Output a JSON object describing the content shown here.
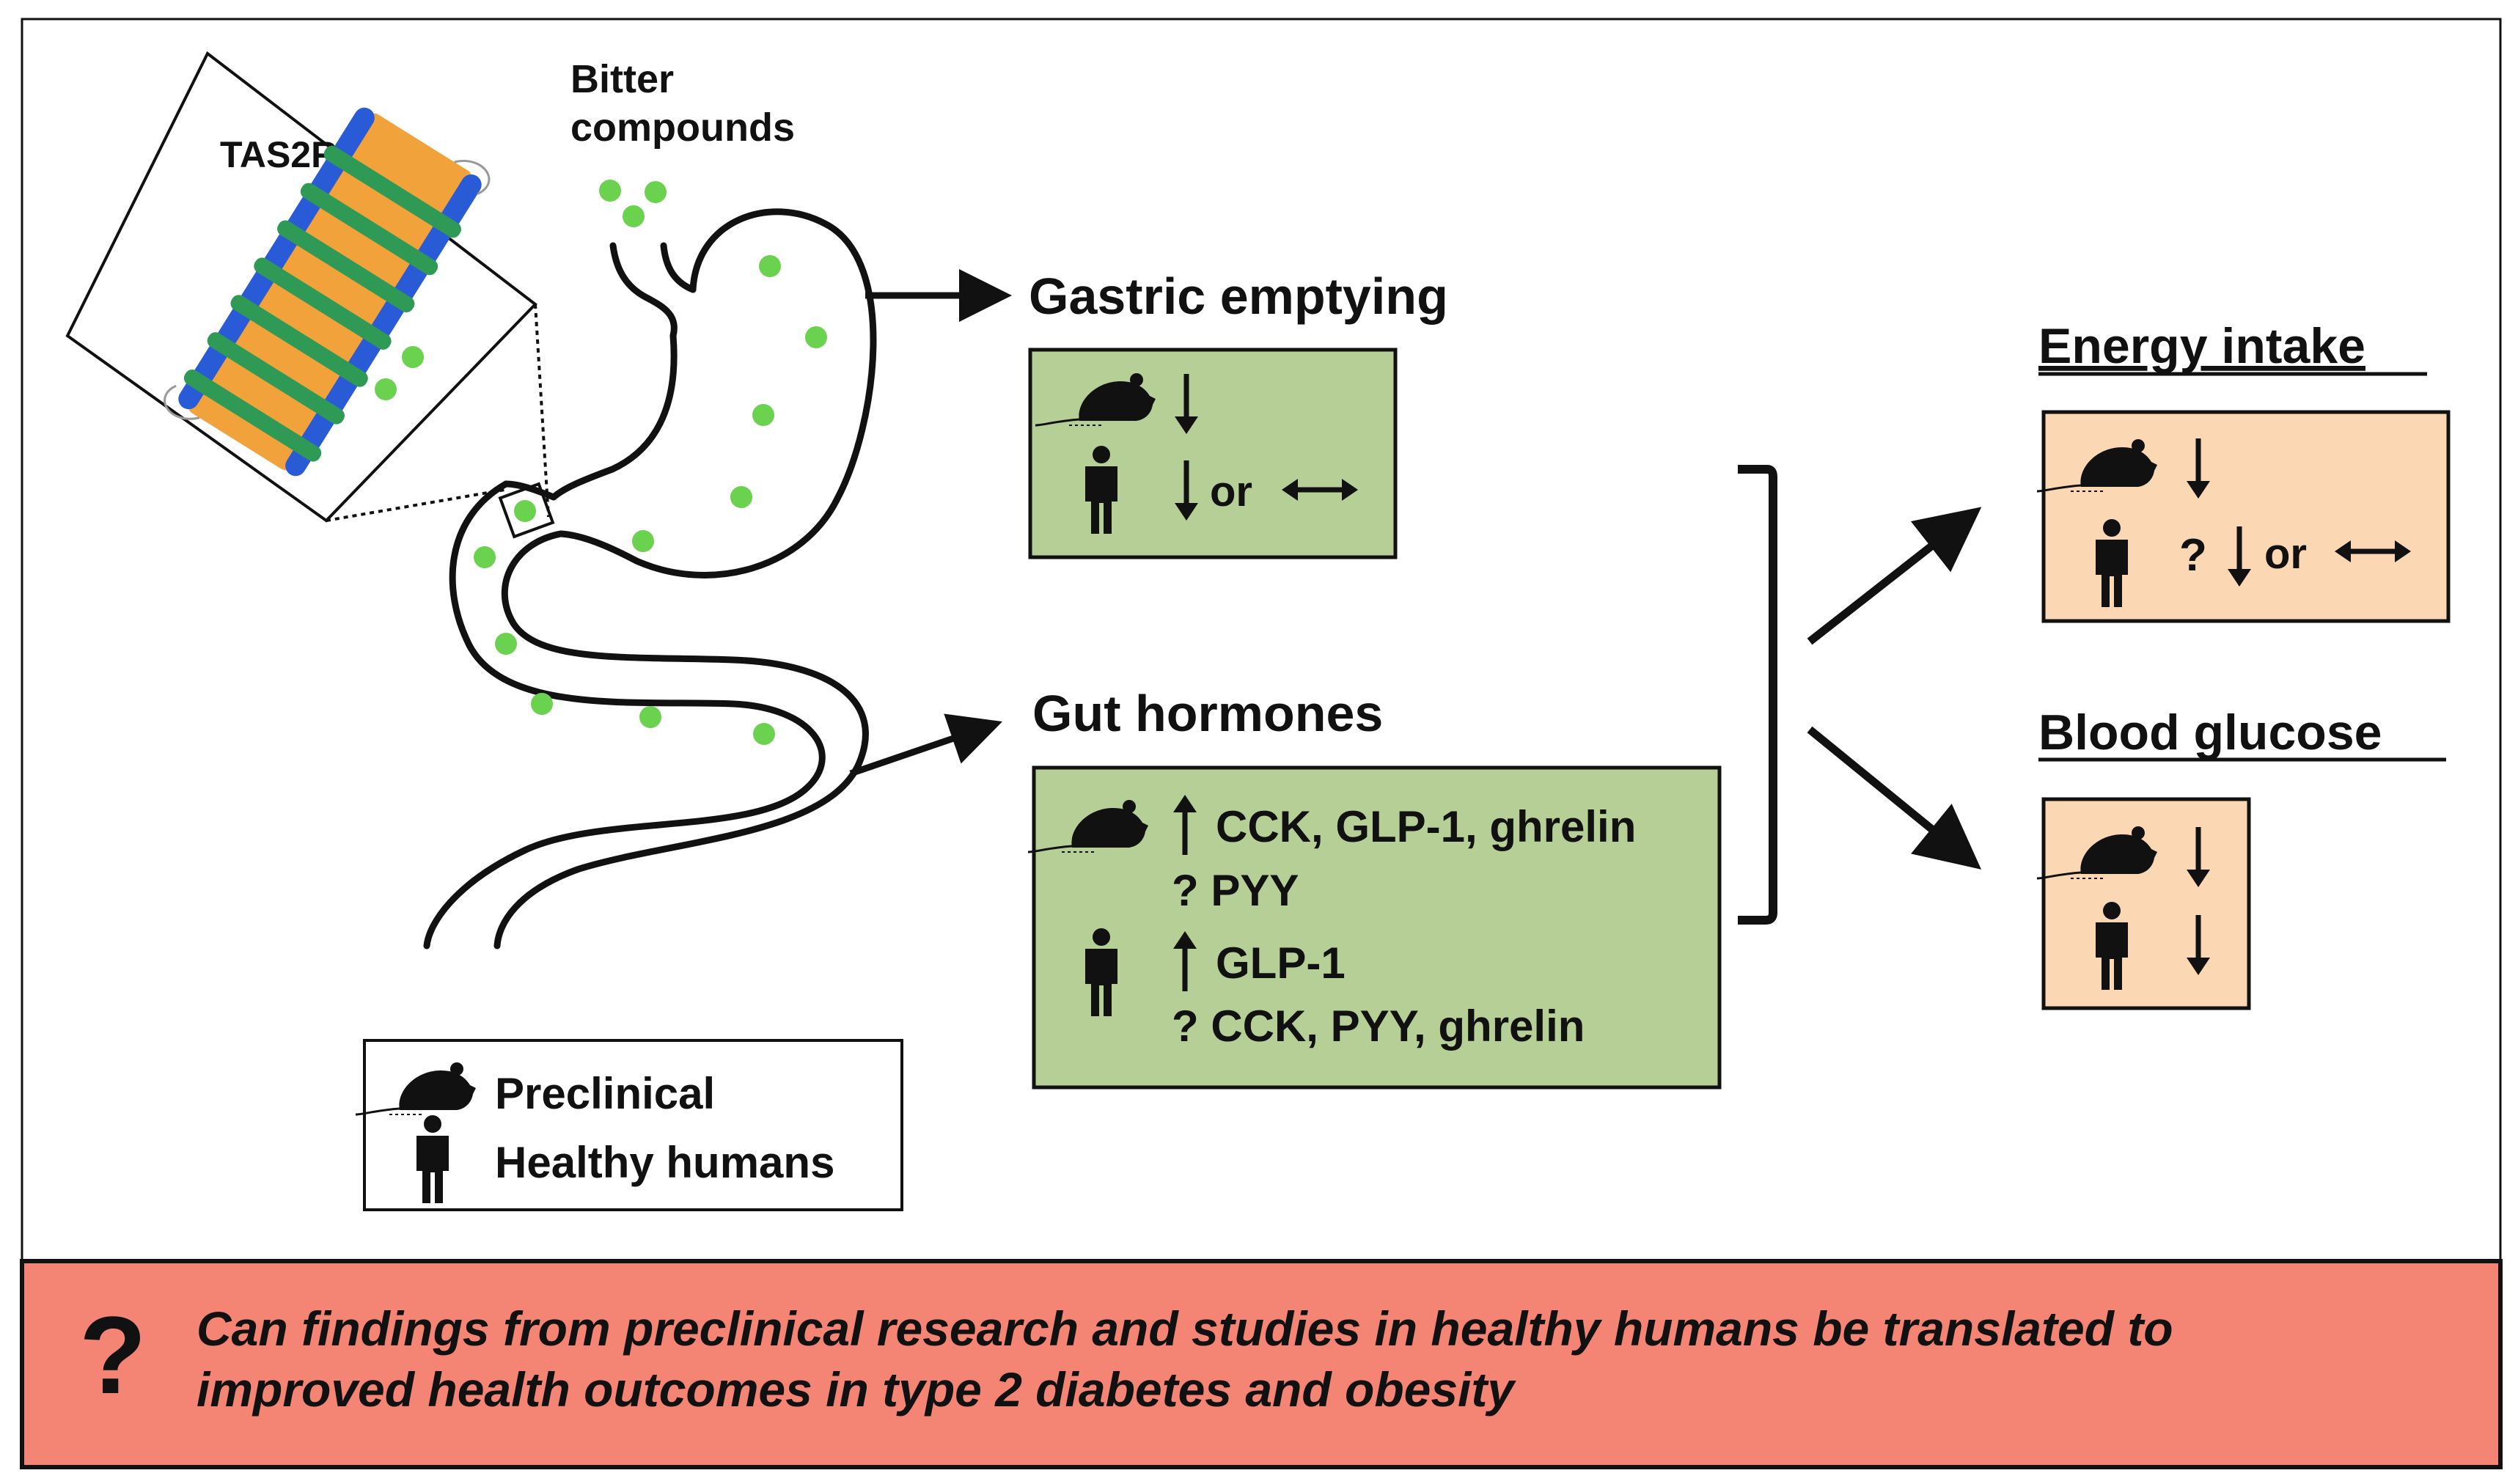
{
  "colors": {
    "green_box": "#b5cf96",
    "peach_box": "#fcd7b4",
    "banner": "#f48474",
    "dot": "#6ad24e",
    "receptor_blue": "#2a5bd6",
    "receptor_orange": "#f2a23a",
    "receptor_green": "#2e9a55"
  },
  "icons": {
    "rodent": "rodent-icon",
    "human": "human-icon",
    "down": "down-arrow-icon",
    "up": "up-arrow-icon",
    "nochange": "double-arrow-icon"
  },
  "labels": {
    "bitter_line1": "Bitter",
    "bitter_line2": "compounds",
    "receptor": "TAS2R"
  },
  "gastric": {
    "title": "Gastric emptying",
    "or": "or"
  },
  "gut": {
    "title": "Gut hormones",
    "rodent_up": "CCK, GLP-1, ghrelin",
    "rodent_q": "? PYY",
    "human_up": "GLP-1",
    "human_q": "? CCK, PYY, ghrelin"
  },
  "energy": {
    "title": "Energy intake",
    "q": "?",
    "or": "or"
  },
  "glucose": {
    "title": "Blood glucose"
  },
  "legend": {
    "preclinical": "Preclinical",
    "humans": "Healthy humans"
  },
  "banner": {
    "mark": "?",
    "line1": "Can findings from preclinical research and studies in healthy humans be translated to",
    "line2": "improved health outcomes in type 2 diabetes and obesity"
  }
}
